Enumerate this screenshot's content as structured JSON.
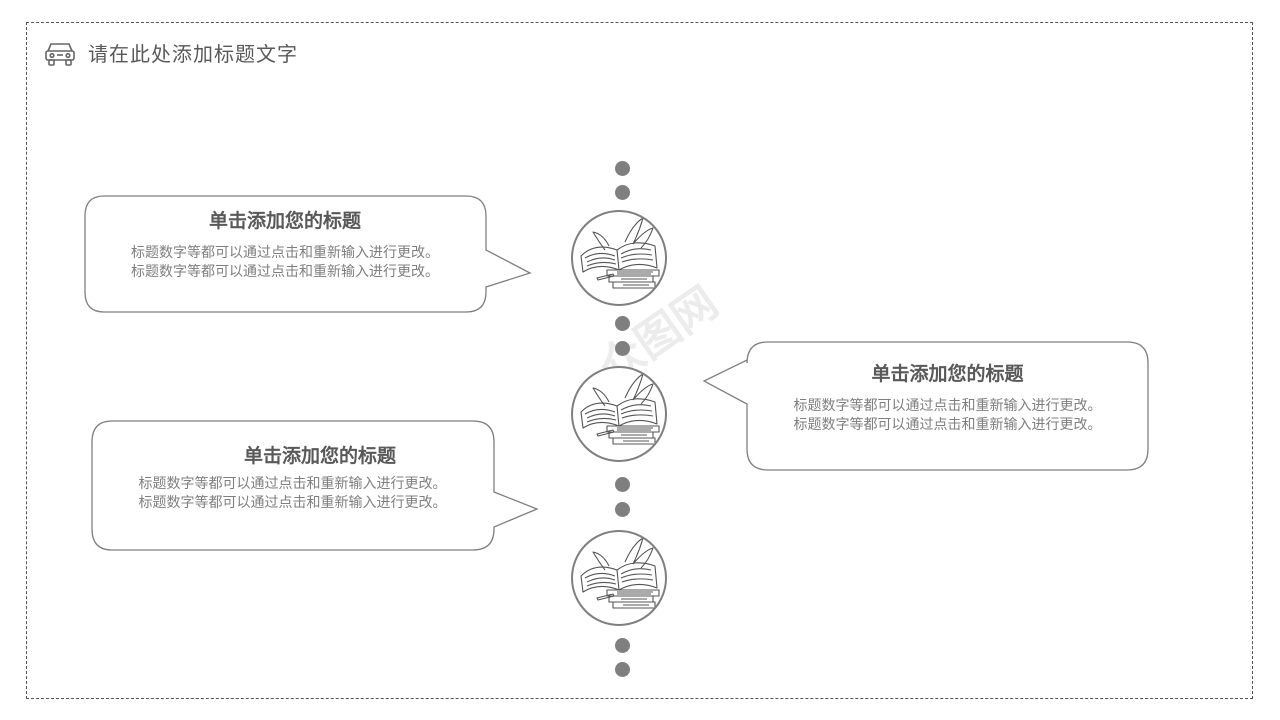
{
  "header": {
    "title": "请在此处添加标题文字",
    "icon": "car-icon"
  },
  "watermark": "众图网",
  "items": [
    {
      "title": "单击添加您的标题",
      "line1": "标题数字等都可以通过点击和重新输入进行更改。",
      "line2": "标题数字等都可以通过点击和重新输入进行更改。"
    },
    {
      "title": "单击添加您的标题",
      "line1": "标题数字等都可以通过点击和重新输入进行更改。",
      "line2": "标题数字等都可以通过点击和重新输入进行更改。"
    },
    {
      "title": "单击添加您的标题",
      "line1": "标题数字等都可以通过点击和重新输入进行更改。",
      "line2": "标题数字等都可以通过点击和重新输入进行更改。"
    }
  ],
  "colors": {
    "stroke": "#7f7f7f",
    "text": "#595959",
    "dot": "#7f7f7f"
  }
}
